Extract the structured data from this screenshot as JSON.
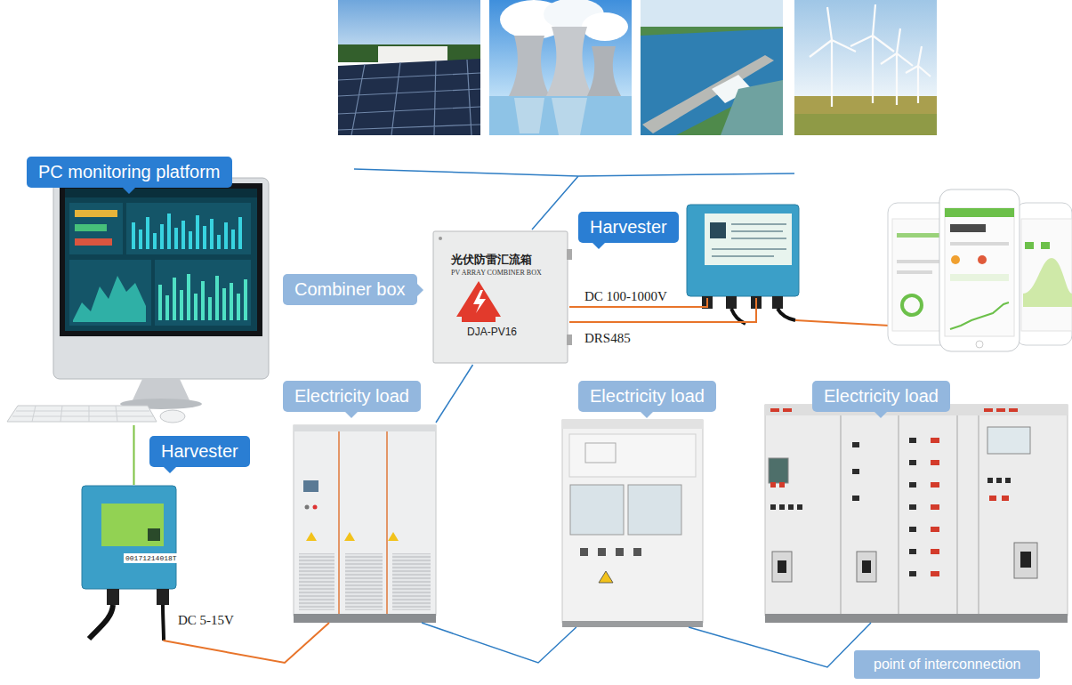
{
  "diagram": {
    "nodes": [
      {
        "text": [
          "PC monitoring platform"
        ]
      },
      {
        "text": [
          "Harvester",
          "00171214018T"
        ]
      },
      {
        "text": [
          "Combiner box",
          "光伏防雷汇流箱",
          "PV ARRAY COMBINER BOX",
          "DJA-PV16"
        ]
      },
      {
        "text": [
          "Harvester"
        ]
      },
      {
        "text": [
          "Electricity load"
        ]
      },
      {
        "text": [
          "Electricity load"
        ]
      },
      {
        "text": [
          "Electricity load"
        ]
      }
    ],
    "edges": [
      {
        "from": 2,
        "to": 3,
        "label": "DC 100-1000V",
        "arrow": "none"
      },
      {
        "from": 2,
        "to": 3,
        "label": "DRS485",
        "arrow": "none"
      },
      {
        "from": 2,
        "to": 4,
        "arrow": "none"
      },
      {
        "from": 4,
        "to": 5,
        "arrow": "none"
      },
      {
        "from": 5,
        "to": 6,
        "arrow": "none"
      },
      {
        "from": 1,
        "to": 4,
        "label": "DC 5-15V",
        "arrow": "none"
      },
      {
        "from": 1,
        "to": 0,
        "arrow": "none"
      }
    ],
    "labels": [
      "point of interconnection"
    ]
  }
}
